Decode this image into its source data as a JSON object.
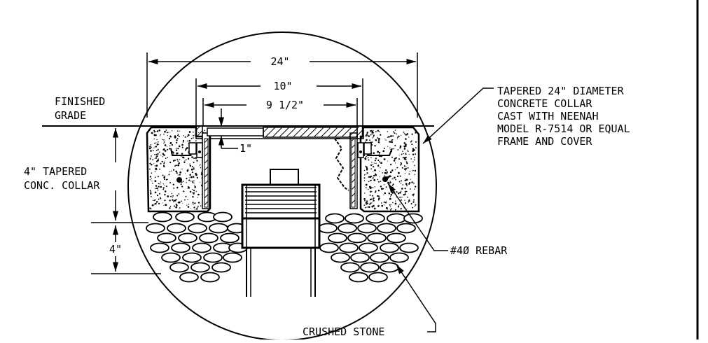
{
  "dimensions": {
    "d24": "24\"",
    "d10": "10\"",
    "d9_5": "9 1/2\"",
    "d1": "1\"",
    "d4": "4\""
  },
  "labels": {
    "finished_grade": [
      "FINISHED",
      "GRADE"
    ],
    "tapered_collar": [
      "4\" TAPERED",
      "CONC. COLLAR"
    ],
    "callout_collar": [
      "TAPERED 24\" DIAMETER",
      "CONCRETE COLLAR",
      "CAST WITH NEENAH",
      "MODEL R-7514 OR EQUAL",
      "FRAME AND COVER"
    ],
    "rebar": "#4Ø REBAR",
    "crushed_stone": "CRUSHED STONE"
  },
  "colors": {
    "line": "#000000",
    "background": "#ffffff"
  }
}
